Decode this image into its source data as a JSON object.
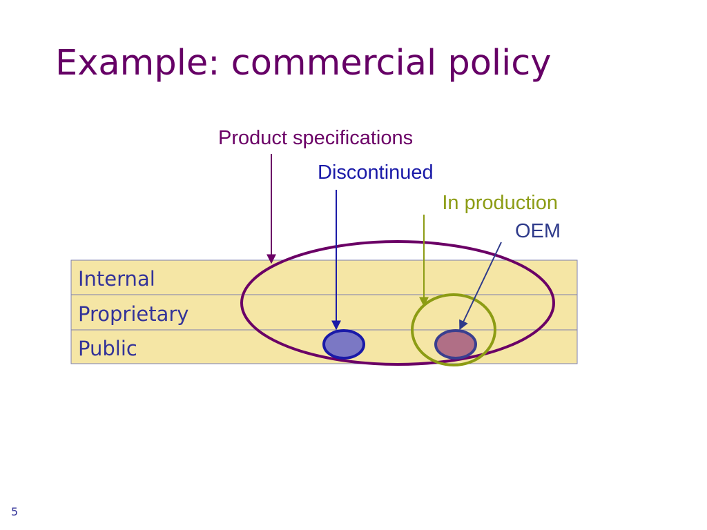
{
  "slide": {
    "title": "Example: commercial policy",
    "page_number": "5"
  },
  "classification_levels": [
    {
      "label": "Internal"
    },
    {
      "label": "Proprietary"
    },
    {
      "label": "Public"
    }
  ],
  "annotations": {
    "product_specifications": "Product specifications",
    "discontinued": "Discontinued",
    "in_production": "In production",
    "oem": "OEM"
  },
  "colors": {
    "title": "#660066",
    "table_fill": "#f5e6a5",
    "table_border": "#7d7faf",
    "row_text": "#333399",
    "product_specifications": "#6b0066",
    "discontinued": "#1a1aa8",
    "discontinued_fill": "#7b78c4",
    "in_production": "#8c9c14",
    "oem_text": "#2e3a8a",
    "oem_fill": "#b06f86",
    "oem_border": "#3a3f8f",
    "page_number": "#333399"
  }
}
